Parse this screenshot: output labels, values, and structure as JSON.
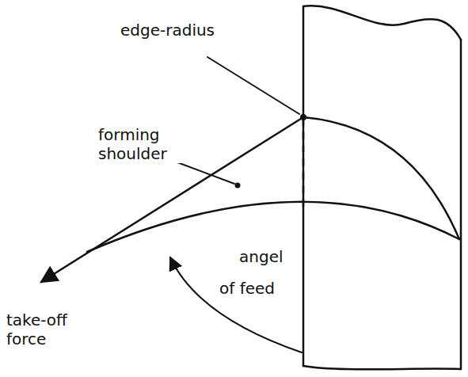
{
  "diagram": {
    "labels": [
      "edge-radius",
      "forming shoulder",
      "angel",
      "of feed",
      "take-off force"
    ]
  }
}
